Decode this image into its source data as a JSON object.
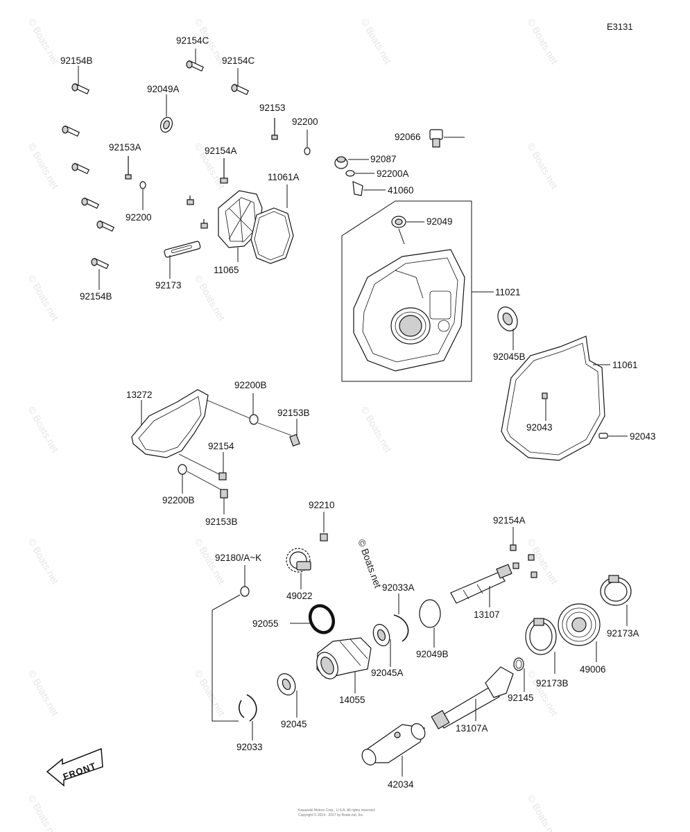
{
  "sheet_id": "E3131",
  "watermark": "© Boats.net",
  "watermark_center": "© Boats.net",
  "copyright_lines": [
    "Kawasaki Motors Corp., U.S.A. All rights reserved.",
    "Copyright © 2014 - 2017 by Boats.net, Inc."
  ],
  "front_label": "FRONT",
  "labels": {
    "p92154C": "92154C",
    "p92154B_top": "92154B",
    "p92154C_r": "92154C",
    "p92049A": "92049A",
    "p92153": "92153",
    "p92200_top": "92200",
    "p92066": "92066",
    "p92153A": "92153A",
    "p92154A_top": "92154A",
    "p92087": "92087",
    "p92200A": "92200A",
    "p11061A": "11061A",
    "p41060": "41060",
    "p92200_mid": "92200",
    "p92049": "92049",
    "p11065": "11065",
    "p92173": "92173",
    "p92154B_bot": "92154B",
    "p11021": "11021",
    "p92045B": "92045B",
    "p11061": "11061",
    "p13272": "13272",
    "p92200B_top": "92200B",
    "p92153B_top": "92153B",
    "p92043_in": "92043",
    "p92043_out": "92043",
    "p92154": "92154",
    "p92200B_bot": "92200B",
    "p92153B_bot": "92153B",
    "p92210": "92210",
    "p92154A_bot": "92154A",
    "p92180": "92180/A~K",
    "p49022": "49022",
    "p92033A": "92033A",
    "p13107": "13107",
    "p92055": "92055",
    "p92049B": "92049B",
    "p92173A": "92173A",
    "p92045A": "92045A",
    "p49006": "49006",
    "p92173B": "92173B",
    "p14055": "14055",
    "p92145": "92145",
    "p92045": "92045",
    "p13107A": "13107A",
    "p92033": "92033",
    "p42034": "42034"
  }
}
